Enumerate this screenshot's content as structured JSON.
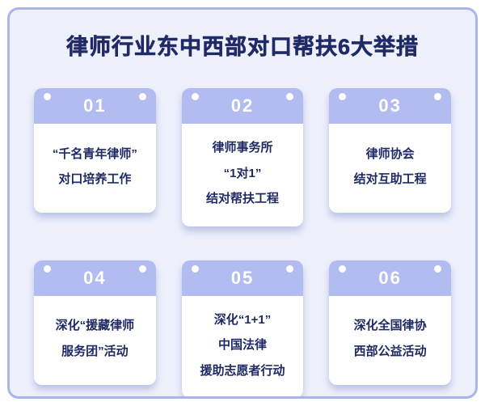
{
  "title": "律师行业东中西部对口帮扶6大举措",
  "colors": {
    "panel_background": "#eef1fc",
    "panel_border": "#a9b4ea",
    "card_header": "#b2bcf1",
    "card_background": "#ffffff",
    "title_text": "#202b66",
    "body_text": "#1f2a63",
    "number_text": "#ffffff"
  },
  "cards": [
    {
      "number": "01",
      "lines": [
        "“千名青年律师”",
        "对口培养工作"
      ]
    },
    {
      "number": "02",
      "lines": [
        "律师事务所",
        "“1对1”",
        "结对帮扶工程"
      ]
    },
    {
      "number": "03",
      "lines": [
        "律师协会",
        "结对互助工程"
      ]
    },
    {
      "number": "04",
      "lines": [
        "深化“援藏律师",
        "服务团”活动"
      ]
    },
    {
      "number": "05",
      "lines": [
        "深化“1+1”",
        "中国法律",
        "援助志愿者行动"
      ]
    },
    {
      "number": "06",
      "lines": [
        "深化全国律协",
        "西部公益活动"
      ]
    }
  ]
}
